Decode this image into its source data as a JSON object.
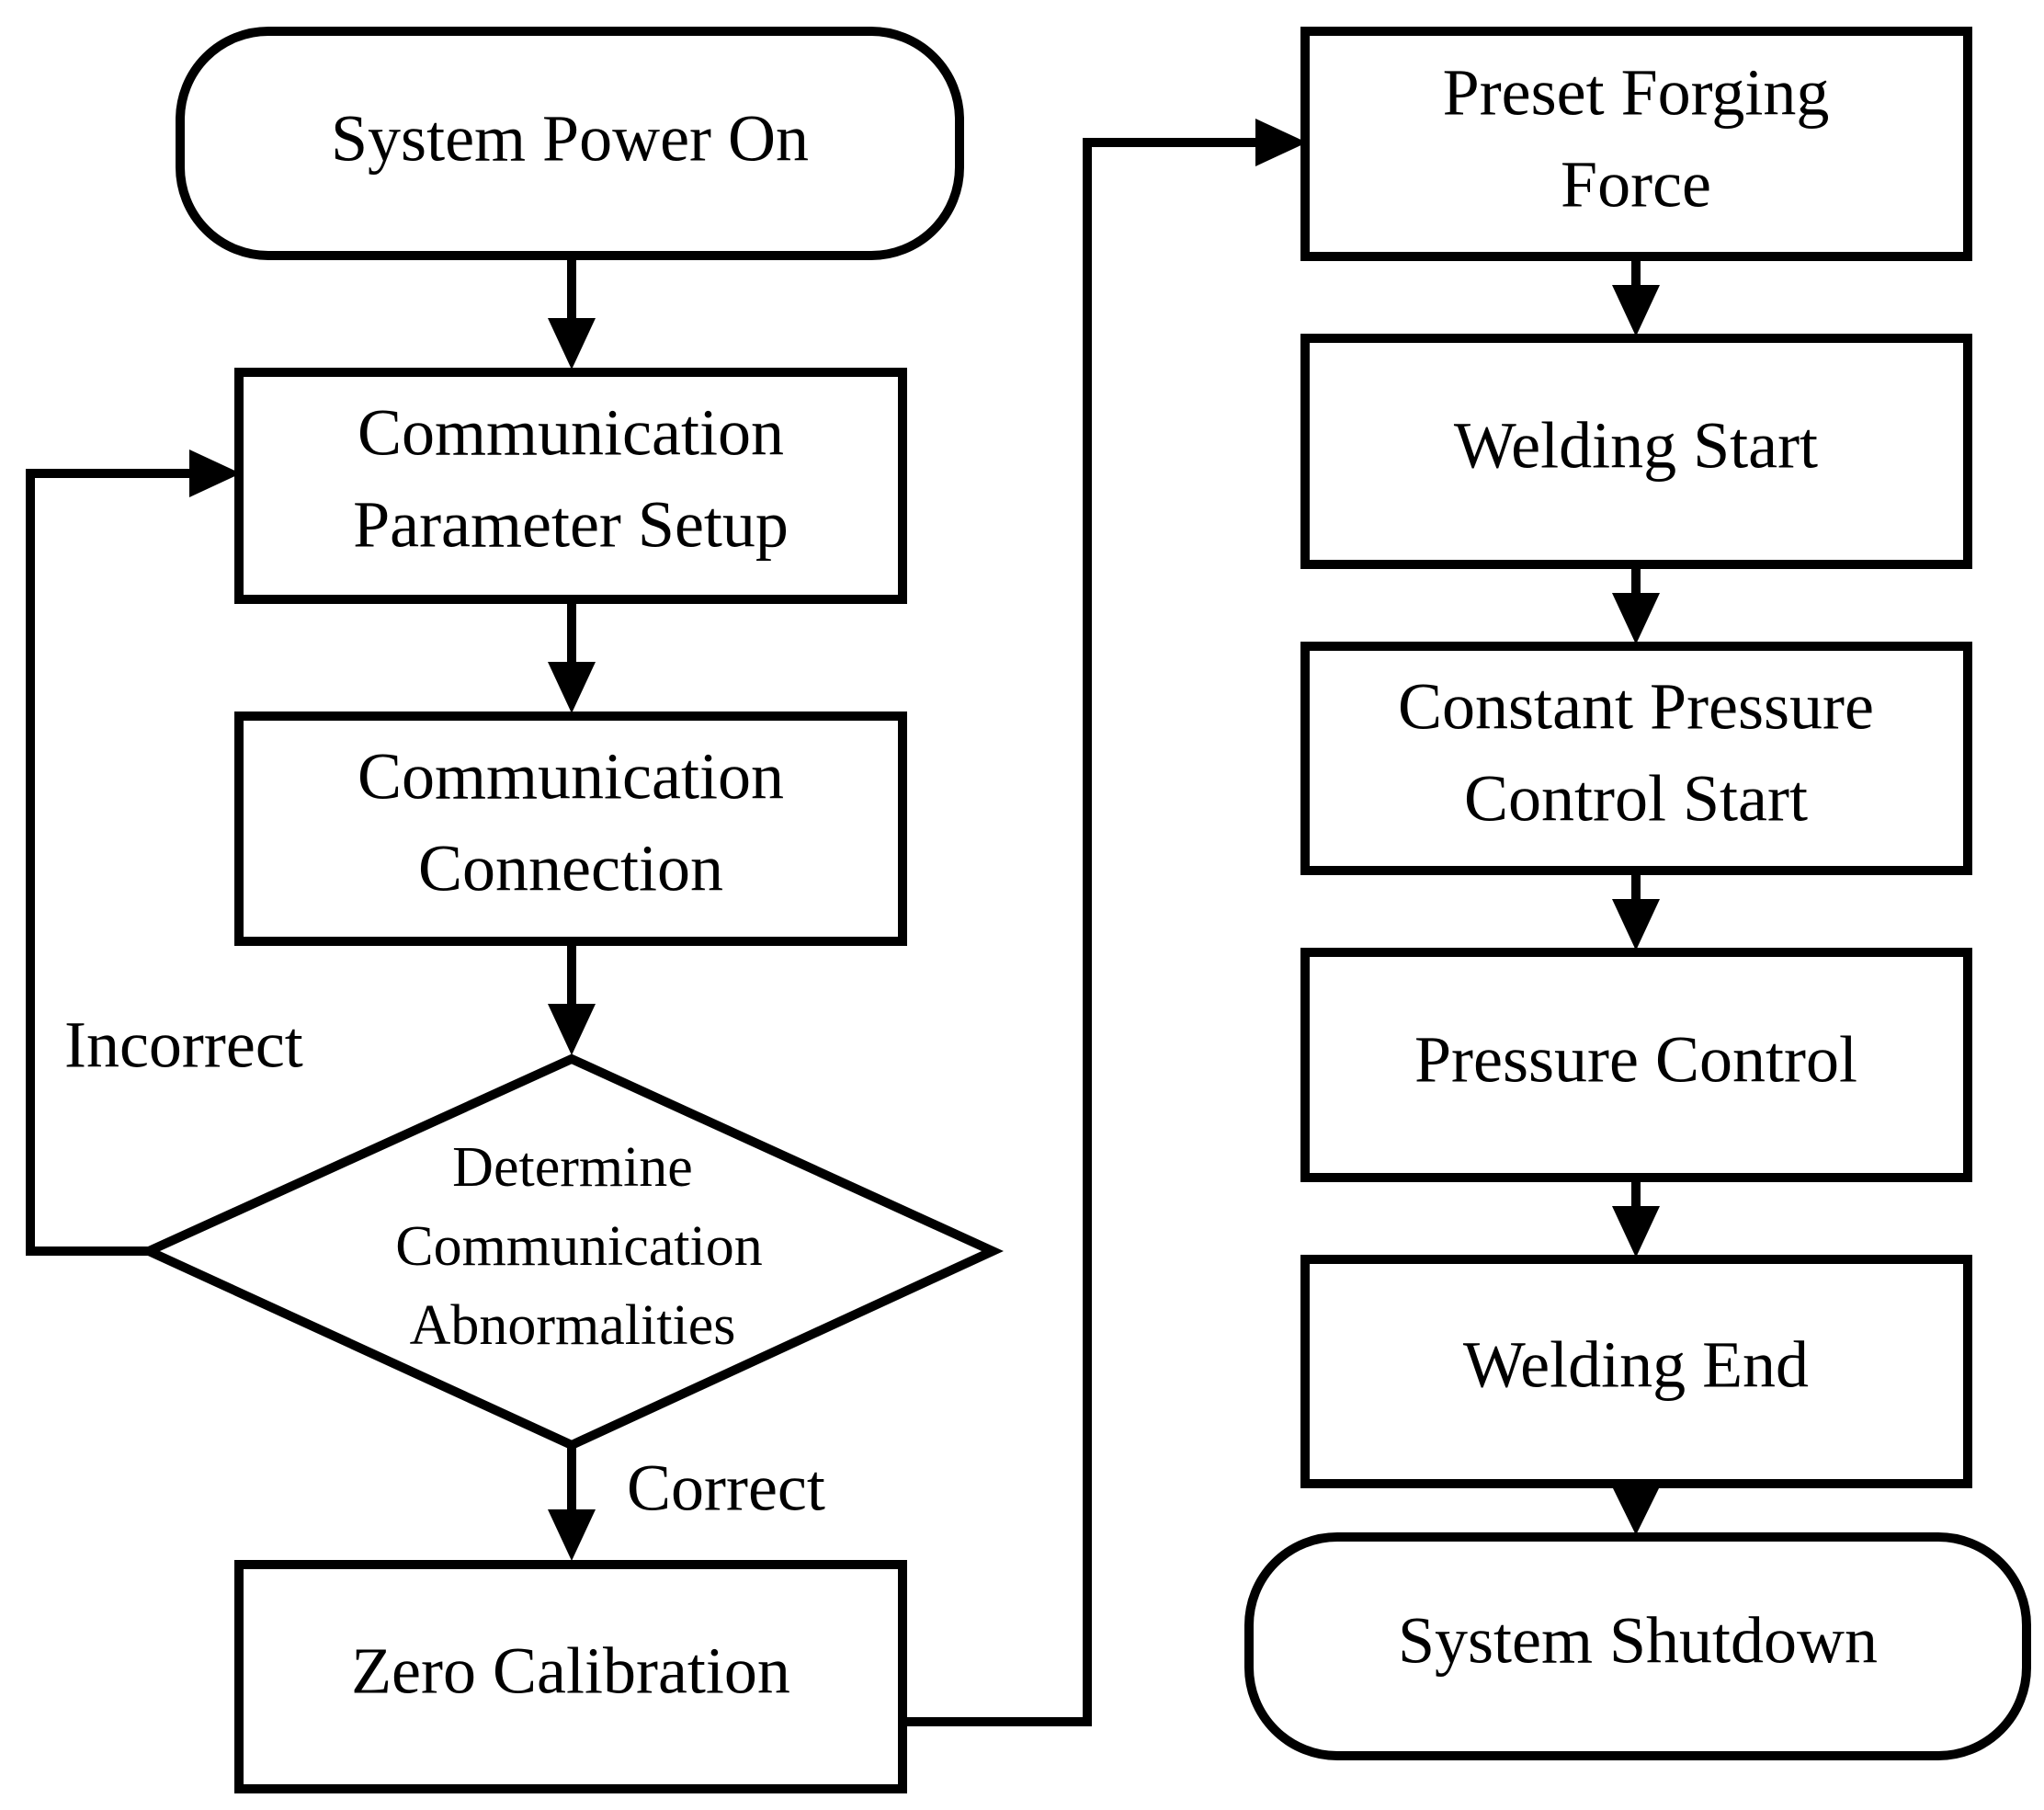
{
  "nodes": {
    "power_on": {
      "label": "System Power On",
      "shape": "terminal"
    },
    "param_setup": {
      "lines": [
        "Communication",
        "Parameter Setup"
      ],
      "shape": "process"
    },
    "connection": {
      "lines": [
        "Communication",
        "Connection"
      ],
      "shape": "process"
    },
    "abnormality_check": {
      "lines": [
        "Determine",
        "Communication",
        "Abnormalities"
      ],
      "shape": "decision"
    },
    "zero_calibration": {
      "label": "Zero Calibration",
      "shape": "process"
    },
    "preset_force": {
      "lines": [
        "Preset Forging",
        "Force"
      ],
      "shape": "process"
    },
    "welding_start": {
      "label": "Welding Start",
      "shape": "process"
    },
    "constant_pressure": {
      "lines": [
        "Constant Pressure",
        "Control Start"
      ],
      "shape": "process"
    },
    "pressure_control": {
      "label": "Pressure Control",
      "shape": "process"
    },
    "welding_end": {
      "label": "Welding End",
      "shape": "process"
    },
    "shutdown": {
      "label": "System Shutdown",
      "shape": "terminal"
    }
  },
  "edges": {
    "incorrect_label": "Incorrect",
    "correct_label": "Correct"
  },
  "colors": {
    "stroke": "#000000",
    "fill": "#ffffff",
    "text": "#000000"
  }
}
